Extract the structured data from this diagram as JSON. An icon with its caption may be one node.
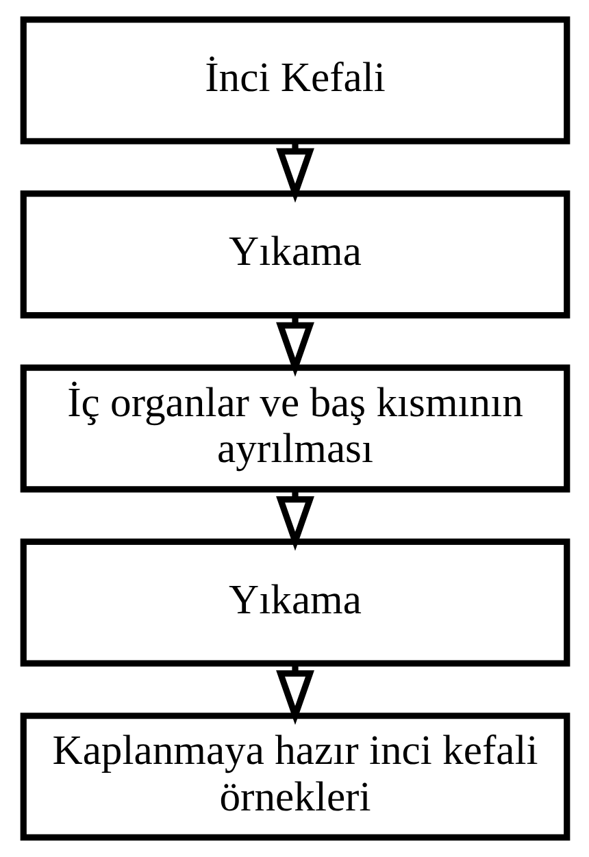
{
  "diagram": {
    "nodes": [
      {
        "text": [
          "İnci Kefali"
        ]
      },
      {
        "text": [
          "Yıkama"
        ]
      },
      {
        "text": [
          "İç organlar ve baş kısmının ayrılması"
        ]
      },
      {
        "text": [
          "Yıkama"
        ]
      },
      {
        "text": [
          "Kaplanmaya hazır inci kefali örnekleri"
        ]
      }
    ],
    "edges": [
      {
        "from": 0,
        "to": 1,
        "arrow": "to"
      },
      {
        "from": 1,
        "to": 2,
        "arrow": "to"
      },
      {
        "from": 2,
        "to": 3,
        "arrow": "to"
      },
      {
        "from": 3,
        "to": 4,
        "arrow": "to"
      }
    ]
  }
}
